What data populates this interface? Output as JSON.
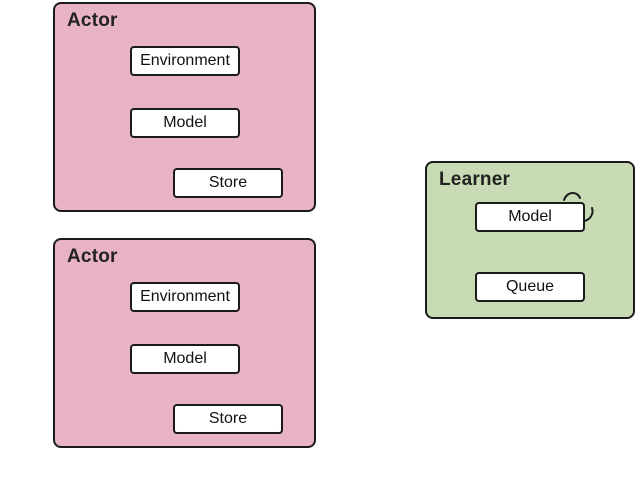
{
  "actor_top": {
    "title": "Actor",
    "environment": "Environment",
    "model": "Model",
    "store": "Store"
  },
  "actor_bottom": {
    "title": "Actor",
    "environment": "Environment",
    "model": "Model",
    "store": "Store"
  },
  "learner": {
    "title": "Learner",
    "model": "Model",
    "queue": "Queue"
  },
  "colors": {
    "actor_fill": "#e8b3c4",
    "learner_fill": "#c9dbb5",
    "node_fill": "#ffffff",
    "border": "#1b1b1b"
  },
  "icons": {
    "self_loop": "self-loop-arrow-icon"
  }
}
